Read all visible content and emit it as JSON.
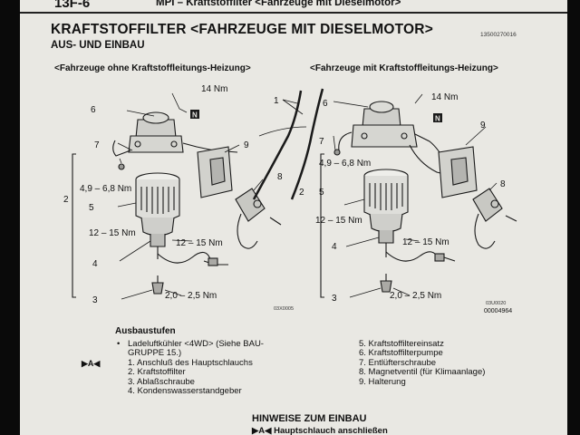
{
  "header": {
    "section": "13F-6",
    "title": "MPI – Kraftstoffilter <Fahrzeuge mit Dieselmotor>"
  },
  "main": {
    "title": "KRAFTSTOFFILTER <FAHRZEUGE MIT DIESELMOTOR>",
    "doc_number": "13500270016",
    "subtitle": "AUS- UND EINBAU"
  },
  "diagram": {
    "left_label": "<Fahrzeuge ohne Kraftstoffleitungs-Heizung>",
    "right_label": "<Fahrzeuge mit Kraftstoffleitungs-Heizung>",
    "left_code": "03X0005",
    "right_code": "00004964",
    "right_code_small": "03U0020",
    "callouts": {
      "n1": "1",
      "n2": "2",
      "n3": "3",
      "n4": "4",
      "n5": "5",
      "n6": "6",
      "n7": "7",
      "n8": "8",
      "n9": "9",
      "torque_14": "14 Nm",
      "torque_49": "4,9 – 6,8 Nm",
      "torque_12": "12 – 15 Nm",
      "torque_2": "2,0 – 2,5 Nm",
      "n_badge": "N"
    }
  },
  "steps": {
    "title": "Ausbaustufen",
    "bullet": "•",
    "marker": "▶A◀",
    "left_items": [
      "Ladeluftkühler <4WD> (Siehe BAU-",
      "GRUPPE 15.)",
      "1. Anschluß des Hauptschlauchs",
      "2. Kraftstoffilter",
      "3. Ablaßschraube",
      "4. Kondenswasserstandgeber"
    ],
    "right_items": [
      "5. Kraftstoffiltereinsatz",
      "6. Kraftstoffilterpumpe",
      "7. Entlüfterschraube",
      "8. Magnetventil (für Klimaanlage)",
      "9. Halterung"
    ]
  },
  "install": {
    "title": "HINWEISE ZUM EINBAU",
    "first_step": "▶A◀ Hauptschlauch anschließen"
  }
}
